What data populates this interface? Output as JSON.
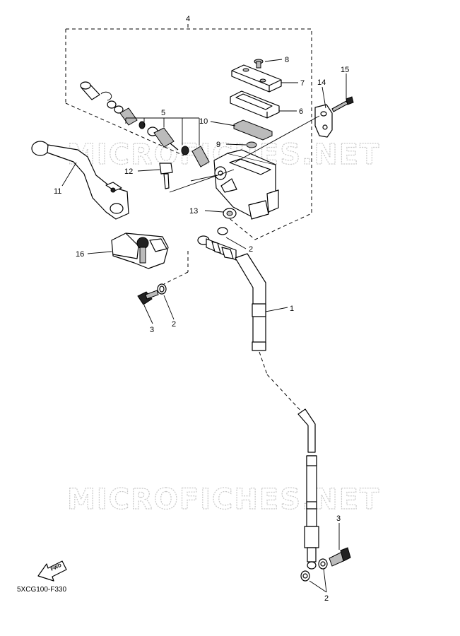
{
  "watermarks": [
    "MICROFICHES.NET",
    "MICROFICHES.NET"
  ],
  "callouts": {
    "n1": "1",
    "n2a": "2",
    "n2b": "2",
    "n2c": "2",
    "n3a": "3",
    "n3b": "3",
    "n4": "4",
    "n5": "5",
    "n6": "6",
    "n7": "7",
    "n8": "8",
    "n9": "9",
    "n10": "10",
    "n11": "11",
    "n12": "12",
    "n13": "13",
    "n14": "14",
    "n15": "15",
    "n16": "16"
  },
  "fwd_label": "FWD",
  "diagram_code": "5XCG100-F330"
}
